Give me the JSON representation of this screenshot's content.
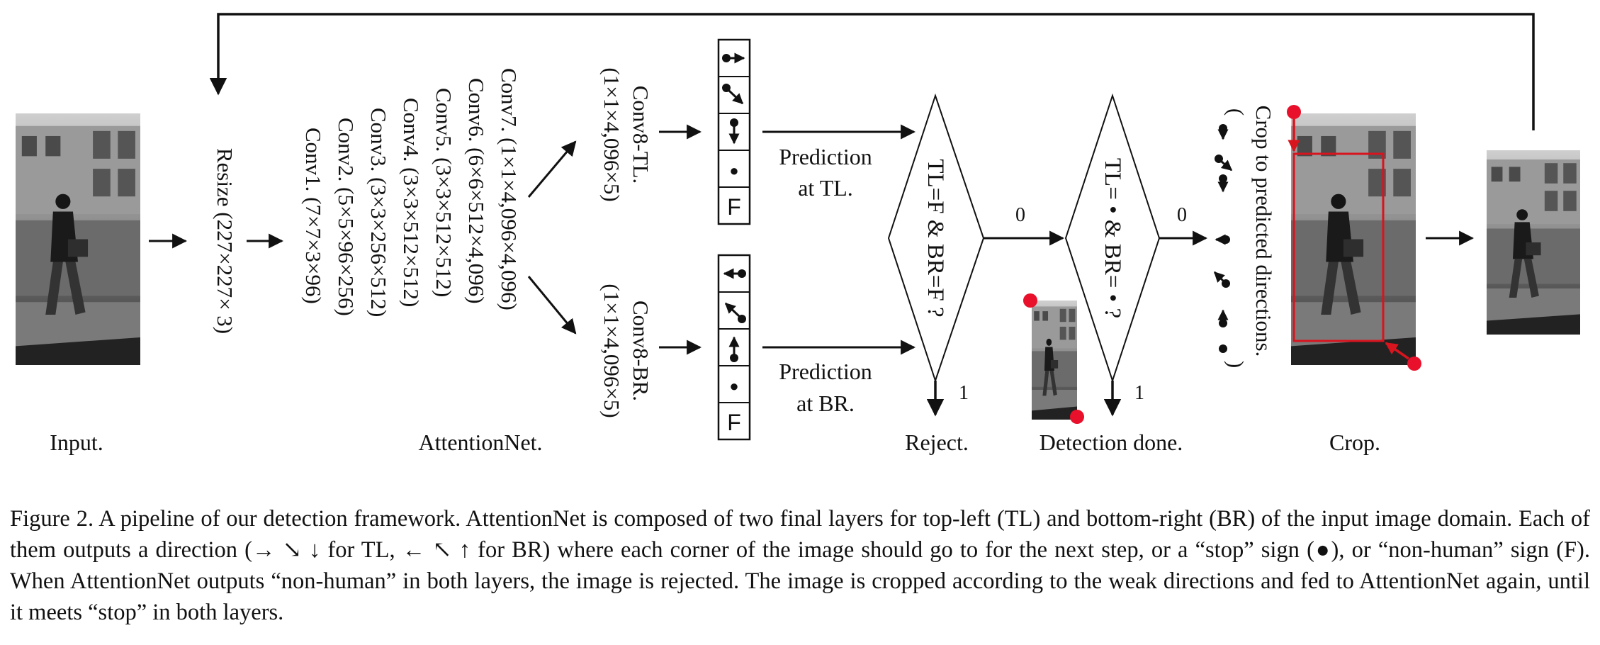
{
  "figure": {
    "labels": {
      "input": "Input.",
      "resize": "Resize (227×227× 3)",
      "conv_layers": [
        "Conv1. (7×7×3×96)",
        "Conv2. (5×5×96×256)",
        "Conv3. (3×3×256×512)",
        "Conv4. (3×3×512×512)",
        "Conv5. (3×3×512×512)",
        "Conv6. (6×6×512×4,096)",
        "Conv7. (1×1×4,096×4,096)"
      ],
      "attentionnet": "AttentionNet.",
      "conv8_tl_name": "Conv8-TL.",
      "conv8_tl_dims": "(1×1×4,096×5)",
      "conv8_br_name": "Conv8-BR.",
      "conv8_br_dims": "(1×1×4,096×5)",
      "stop_glyph": "●",
      "nonhuman_glyph": "F",
      "prediction_tl_line1": "Prediction",
      "prediction_tl_line2": "at TL.",
      "prediction_br_line1": "Prediction",
      "prediction_br_line2": "at BR.",
      "diamond1_text": "TL=F & BR=F ?",
      "diamond2_text": "TL= • & BR= • ?",
      "branch_zero_1": "0",
      "branch_one_1": "1",
      "branch_zero_2": "0",
      "branch_one_2": "1",
      "reject": "Reject.",
      "detection_done": "Detection done.",
      "crop_text": "Crop to predicted directions.",
      "crop_open": "(",
      "crop_close": ")",
      "crop": "Crop."
    },
    "colors": {
      "ink": "#111111",
      "corner_marker": "#e8102a",
      "crop_box": "#d8141e"
    }
  },
  "caption": "Figure 2. A pipeline of our detection framework. AttentionNet is composed of two final layers for top-left (TL) and bottom-right (BR) of the input image domain. Each of them outputs a direction (→ ↘ ↓ for TL, ← ↖ ↑ for BR) where each corner of the image should go to for the next step, or a “stop” sign (●), or “non-human” sign (F). When AttentionNet outputs “non-human” in both layers, the image is rejected. The image is cropped according to the weak directions and fed to AttentionNet again, until it meets “stop” in both layers."
}
